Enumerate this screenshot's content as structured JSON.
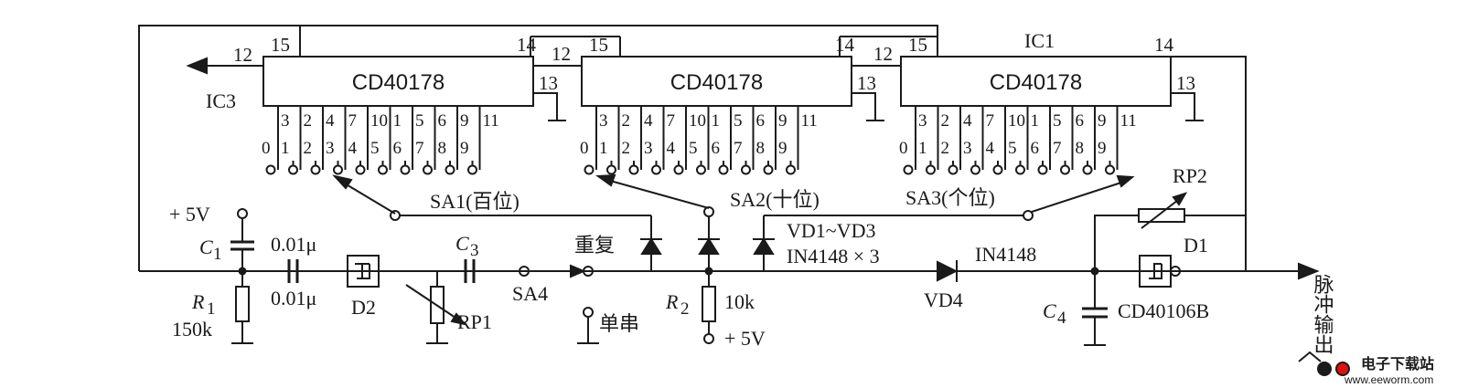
{
  "chips": [
    {
      "name": "CD40178",
      "label": "IC3",
      "pin_top_left": "15",
      "pin_top_right": "14",
      "pin_left": "12",
      "pin_right": "13",
      "bottom_pins": [
        "3",
        "2",
        "4",
        "7",
        "10",
        "1",
        "5",
        "6",
        "9",
        "11"
      ],
      "digits": [
        "0",
        "1",
        "2",
        "3",
        "4",
        "5",
        "6",
        "7",
        "8",
        "9"
      ]
    },
    {
      "name": "CD40178",
      "label": "",
      "pin_top_left": "15",
      "pin_top_right": "14",
      "pin_left": "12",
      "pin_right": "13",
      "bottom_pins": [
        "3",
        "2",
        "4",
        "7",
        "10",
        "1",
        "5",
        "6",
        "9",
        "11"
      ],
      "digits": [
        "0",
        "1",
        "2",
        "3",
        "4",
        "5",
        "6",
        "7",
        "8",
        "9"
      ]
    },
    {
      "name": "CD40178",
      "label": "IC1",
      "pin_top_left": "15",
      "pin_top_right": "14",
      "pin_left": "12",
      "pin_right": "13",
      "bottom_pins": [
        "3",
        "2",
        "4",
        "7",
        "10",
        "1",
        "5",
        "6",
        "9",
        "11"
      ],
      "digits": [
        "0",
        "1",
        "2",
        "3",
        "4",
        "5",
        "6",
        "7",
        "8",
        "9"
      ]
    }
  ],
  "switches": {
    "sa1": "SA1(百位)",
    "sa2": "SA2(十位)",
    "sa3": "SA3(个位)",
    "sa4": "SA4",
    "repeat": "重复",
    "single": "单串"
  },
  "components": {
    "supply1": "+ 5V",
    "supply2": "+ 5V",
    "c1": "C",
    "c1_sub": "1",
    "c1_val": "0.01μ",
    "c2_val": "0.01μ",
    "c3": "C",
    "c3_sub": "3",
    "c4": "C",
    "c4_sub": "4",
    "r1": "R",
    "r1_sub": "1",
    "r1_val": "150k",
    "r2": "R",
    "r2_sub": "2",
    "r2_val": "10k",
    "d2": "D2",
    "rp1": "RP1",
    "rp2": "RP2",
    "d1": "D1",
    "vd_range": "VD1~VD3",
    "vd_type": "IN4148 × 3",
    "vd4": "VD4",
    "vd4_type": "IN4148",
    "inverter": "CD40106B",
    "output": "脉冲输出"
  },
  "watermark": {
    "cn": "电子下载站",
    "url": "www.eeworm.com"
  }
}
